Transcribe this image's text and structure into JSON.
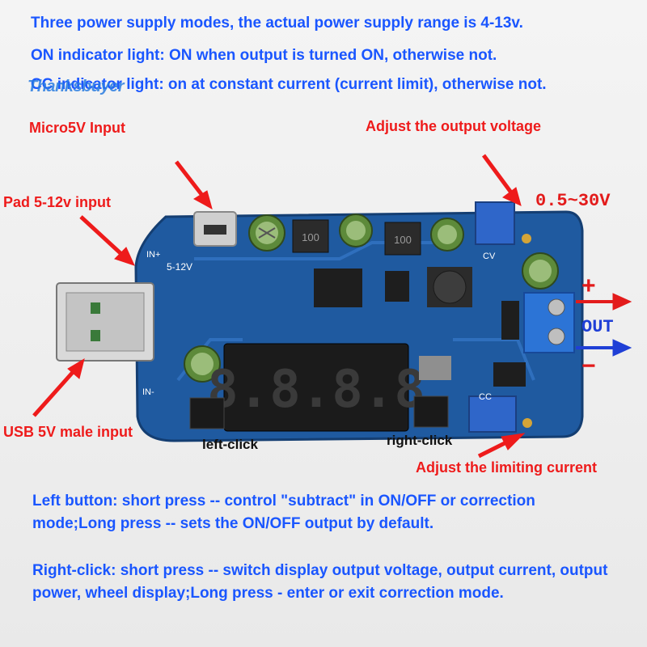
{
  "intro": {
    "line1": "Three power supply modes, the actual power supply range is 4-13v.",
    "line2": "ON indicator light: ON when output is turned ON, otherwise not.",
    "line3": "CC indicator light: on at constant current (current limit), otherwise not."
  },
  "watermark": "Thanksbuyer",
  "labels": {
    "micro_input": "Micro5V Input",
    "adjust_voltage": "Adjust the output voltage",
    "voltage_range": "0.5~30V",
    "pad_input": "Pad 5-12v input",
    "usb_input": "USB 5V male input",
    "left_click": "left-click",
    "right_click": "right-click",
    "adjust_current": "Adjust the limiting current",
    "out_plus": "+",
    "out": "OUT",
    "out_minus": "−"
  },
  "board_silkscreen": {
    "in_plus": "IN+",
    "in_minus": "IN-",
    "input_range": "5-12V",
    "inductor_1": "100",
    "inductor_2": "100",
    "cv": "CV",
    "cc": "CC",
    "led": "8.8.8.8"
  },
  "instructions": {
    "left_button": "Left button: short press -- control \"subtract\" in ON/OFF or correction mode;Long press -- sets the ON/OFF output by default.",
    "right_button": "Right-click: short press -- switch display output voltage, output current, output power, wheel display;Long press - enter or exit correction mode."
  },
  "colors": {
    "blue_text": "#1a56ff",
    "red_text": "#ee1b1b",
    "pcb": "#1f5aa0"
  }
}
